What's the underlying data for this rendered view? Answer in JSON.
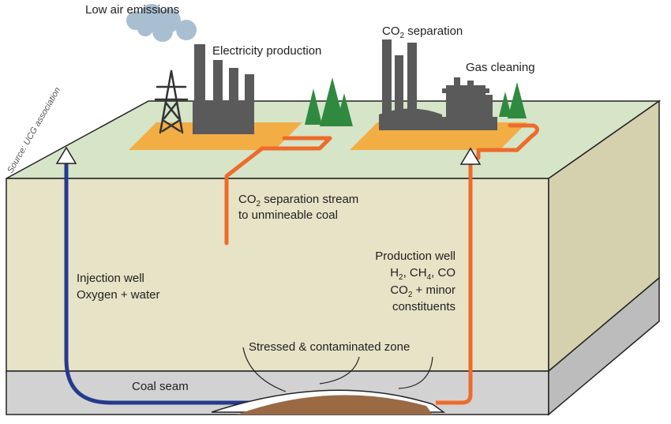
{
  "source_credit": "Source: UCG association",
  "labels": {
    "low_air_emissions": "Low air emissions",
    "electricity_production": "Electricity production",
    "co2_separation": {
      "pre": "CO",
      "sub": "2",
      "post": " separation"
    },
    "gas_cleaning": "Gas cleaning",
    "separation_stream": {
      "line1": {
        "pre": "CO",
        "sub": "2",
        "post": " separation stream"
      },
      "line2": "to unmineable coal"
    },
    "production_well": {
      "title": "Production well",
      "gases": {
        "h": "H",
        "h_sub": "2",
        "sep1": ", CH",
        "ch_sub": "4",
        "sep2": ", CO"
      },
      "co2_line": {
        "pre": "CO",
        "sub": "2",
        "post": " + minor"
      },
      "last": "constituents"
    },
    "injection_well": {
      "line1": "Injection well",
      "line2": "Oxygen + water"
    },
    "stressed_zone": "Stressed & contaminated zone",
    "coal_seam": "Coal seam"
  },
  "colors": {
    "surface": "#d6e4c8",
    "soil_front": "#e6e3c6",
    "soil_side": "#d5d1ae",
    "seam_front": "#d2d2d2",
    "seam_side": "#bcbcbc",
    "pad": "#f2ad45",
    "building": "#5a5a5a",
    "tree": "#2f8a3f",
    "injection_pipe": "#243a8f",
    "orange_pipe": "#ee6b2a",
    "cavity": "#9a6a45",
    "cloud": "#a9bed0"
  }
}
